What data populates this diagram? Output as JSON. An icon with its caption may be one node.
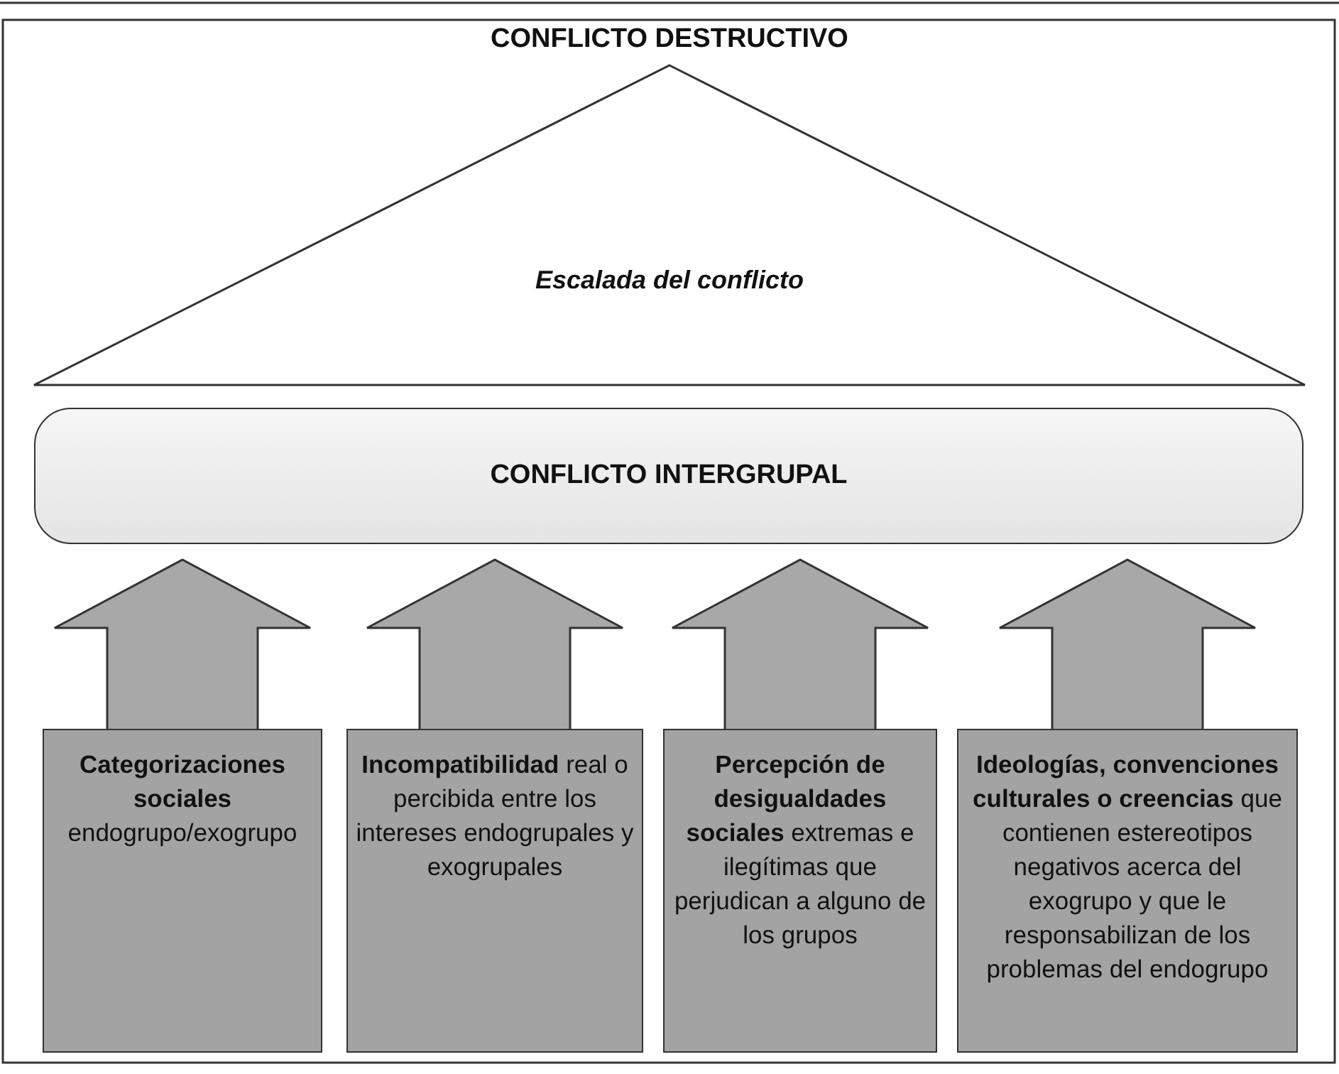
{
  "diagram": {
    "nodes": [
      {
        "text": [
          "CONFLICTO DESTRUCTIVO",
          "Escalada del conflicto"
        ]
      },
      {
        "text": [
          "CONFLICTO INTERGRUPAL"
        ]
      },
      {
        "text": [
          "**Categorizaciones sociales** endogrupo/exogrupo"
        ]
      },
      {
        "text": [
          "**Incompatibilidad** real o percibida entre los intereses endogrupales y exogrupales"
        ]
      },
      {
        "text": [
          "**Percepción de desigualdades sociales** extremas e ilegítimas que perjudican a alguno de los grupos"
        ]
      },
      {
        "text": [
          "**Ideologías, convenciones culturales o creencias** que contienen estereotipos negativos acerca del exogrupo y que le responsabilizan de los problemas del endogrupo"
        ]
      }
    ],
    "edges": [
      {
        "from": 2,
        "to": 1,
        "arrow": "to",
        "style": "thick"
      },
      {
        "from": 3,
        "to": 1,
        "arrow": "to",
        "style": "thick"
      },
      {
        "from": 4,
        "to": 1,
        "arrow": "to",
        "style": "thick"
      },
      {
        "from": 5,
        "to": 1,
        "arrow": "to",
        "style": "thick"
      }
    ]
  }
}
